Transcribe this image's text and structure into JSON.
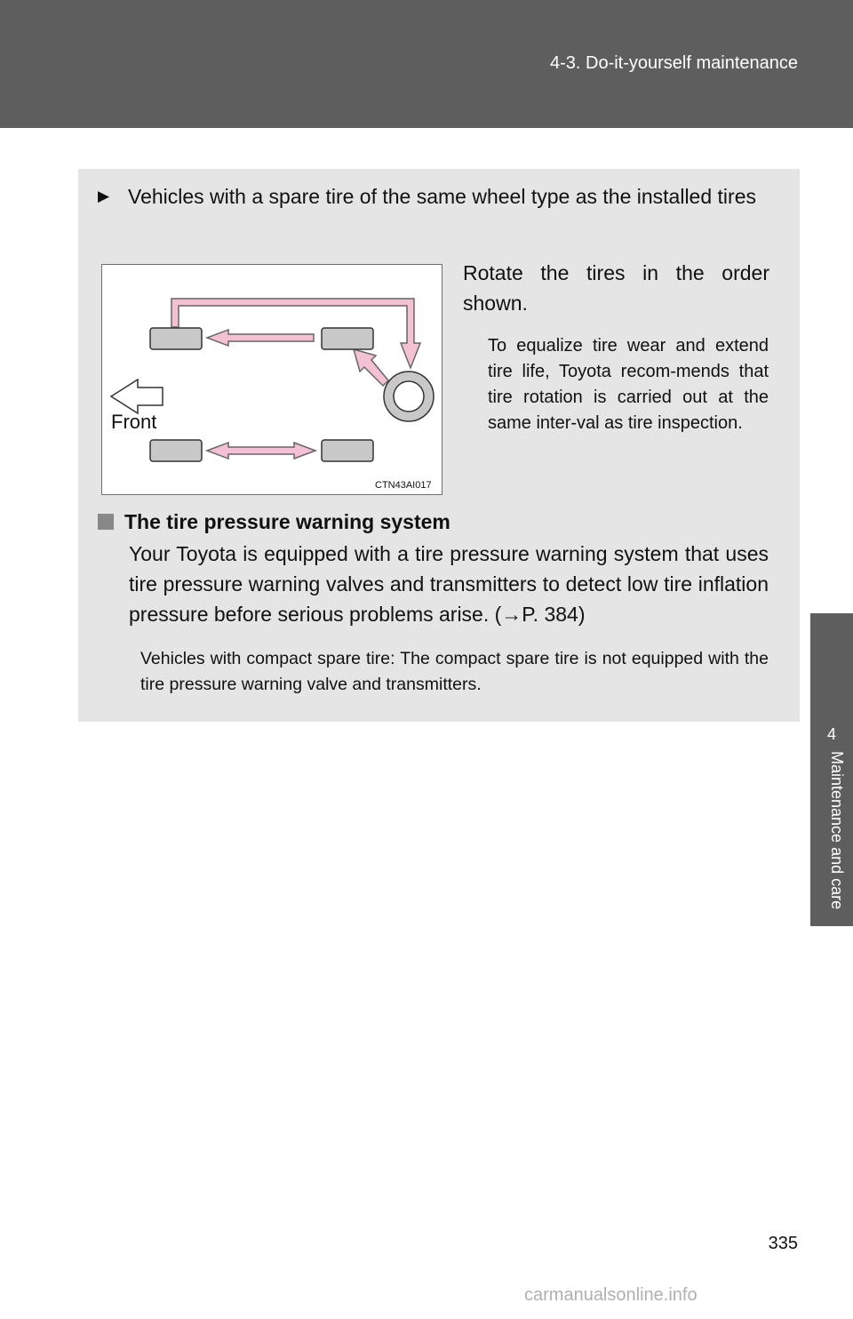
{
  "header": {
    "section_title": "4-3. Do-it-yourself maintenance"
  },
  "side_tab": {
    "chapter_number": "4",
    "chapter_label": "Maintenance and care"
  },
  "content": {
    "bullet_text": "Vehicles with a spare tire of the same wheel type as the installed tires",
    "figure": {
      "front_label": "Front",
      "image_code": "CTN43AI017"
    },
    "rotate_text": "Rotate the tires in the order shown.",
    "note_text": "To equalize tire wear and extend tire life, Toyota recom-mends that tire rotation is carried out at the same inter-val as tire inspection.",
    "section_heading": "The tire pressure warning system",
    "body_text": "Your Toyota is equipped with a tire pressure warning system that uses tire pressure warning valves and transmitters to detect low tire inflation pressure before serious problems arise. (→P. 384)",
    "small_note": "Vehicles with compact spare tire: The compact spare tire is not equipped with the tire pressure warning valve and transmitters."
  },
  "colors": {
    "header_bg": "#5e5e5e",
    "box_bg": "#e5e5e5",
    "arrow_fill": "#f4c0d3",
    "tire_fill": "#c8c8c8"
  },
  "footer": {
    "page_number": "335",
    "watermark": "carmanualsonline.info"
  }
}
